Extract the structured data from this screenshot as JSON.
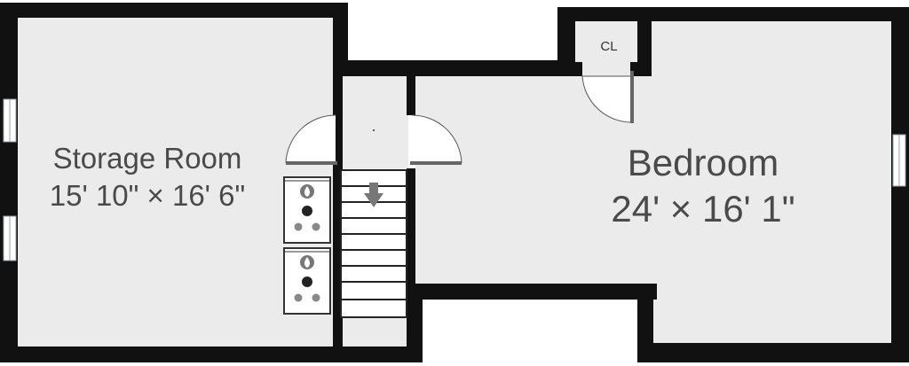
{
  "plan": {
    "storage_room": {
      "name": "Storage Room",
      "size": "15' 10\" × 16' 6\""
    },
    "bedroom": {
      "name": "Bedroom",
      "size": "24' × 16' 1\""
    },
    "closet": {
      "name": "CL"
    }
  },
  "colors": {
    "wall": "#111111",
    "floor": "#ebebeb",
    "window": "#cfd8dc",
    "background": "#ffffff"
  },
  "icons": [
    "water-heater-icon",
    "furnace-icon",
    "stairs-down-arrow-icon",
    "door-swing-icon",
    "window-icon"
  ]
}
